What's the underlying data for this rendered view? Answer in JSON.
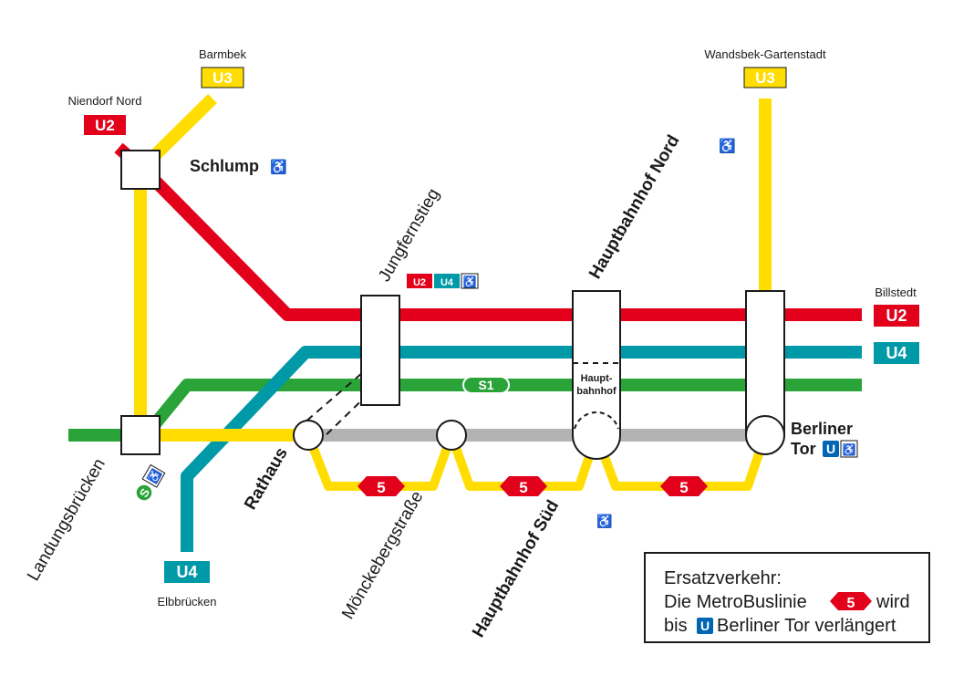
{
  "colors": {
    "u2": "#e2001a",
    "u3": "#ffdd00",
    "u4": "#0099a8",
    "s1": "#2aa339",
    "bus": "#e2001a",
    "inactive": "#b3b3b3",
    "ink": "#1a1a1a",
    "u_blue": "#0066b3"
  },
  "terminals": {
    "barmbek": "Barmbek",
    "niendorf_nord": "Niendorf Nord",
    "wandsbek_gartenstadt": "Wandsbek-Gartenstadt",
    "billstedt": "Billstedt",
    "elbbruecken": "Elbbrücken"
  },
  "stations": {
    "schlump": "Schlump",
    "jungfernstieg": "Jungfernstieg",
    "hauptbahnhof_nord": "Hauptbahnhof Nord",
    "hauptbahnhof_inner_1": "Haupt-",
    "hauptbahnhof_inner_2": "bahnhof",
    "berliner_tor_1": "Berliner",
    "berliner_tor_2": "Tor",
    "rathaus": "Rathaus",
    "moenckebergstrasse": "Mönckebergstraße",
    "hauptbahnhof_sued": "Hauptbahnhof Süd",
    "landungsbruecken": "Landungsbrücken"
  },
  "badges": {
    "u2": "U2",
    "u3": "U3",
    "u4": "U4",
    "s1": "S1",
    "bus5": "5",
    "u_symbol": "U",
    "s_symbol": "S",
    "wheelchair": "♿"
  },
  "icons": {
    "wheelchair": "wheelchair-icon",
    "u_symbol": "u-bahn-icon",
    "s_symbol": "s-bahn-icon"
  },
  "legend": {
    "line1": "Ersatzverkehr:",
    "line2_a": "Die MetroBuslinie",
    "line2_b": "wird",
    "line3_a": "bis",
    "line3_b": "Berliner Tor verlängert"
  }
}
